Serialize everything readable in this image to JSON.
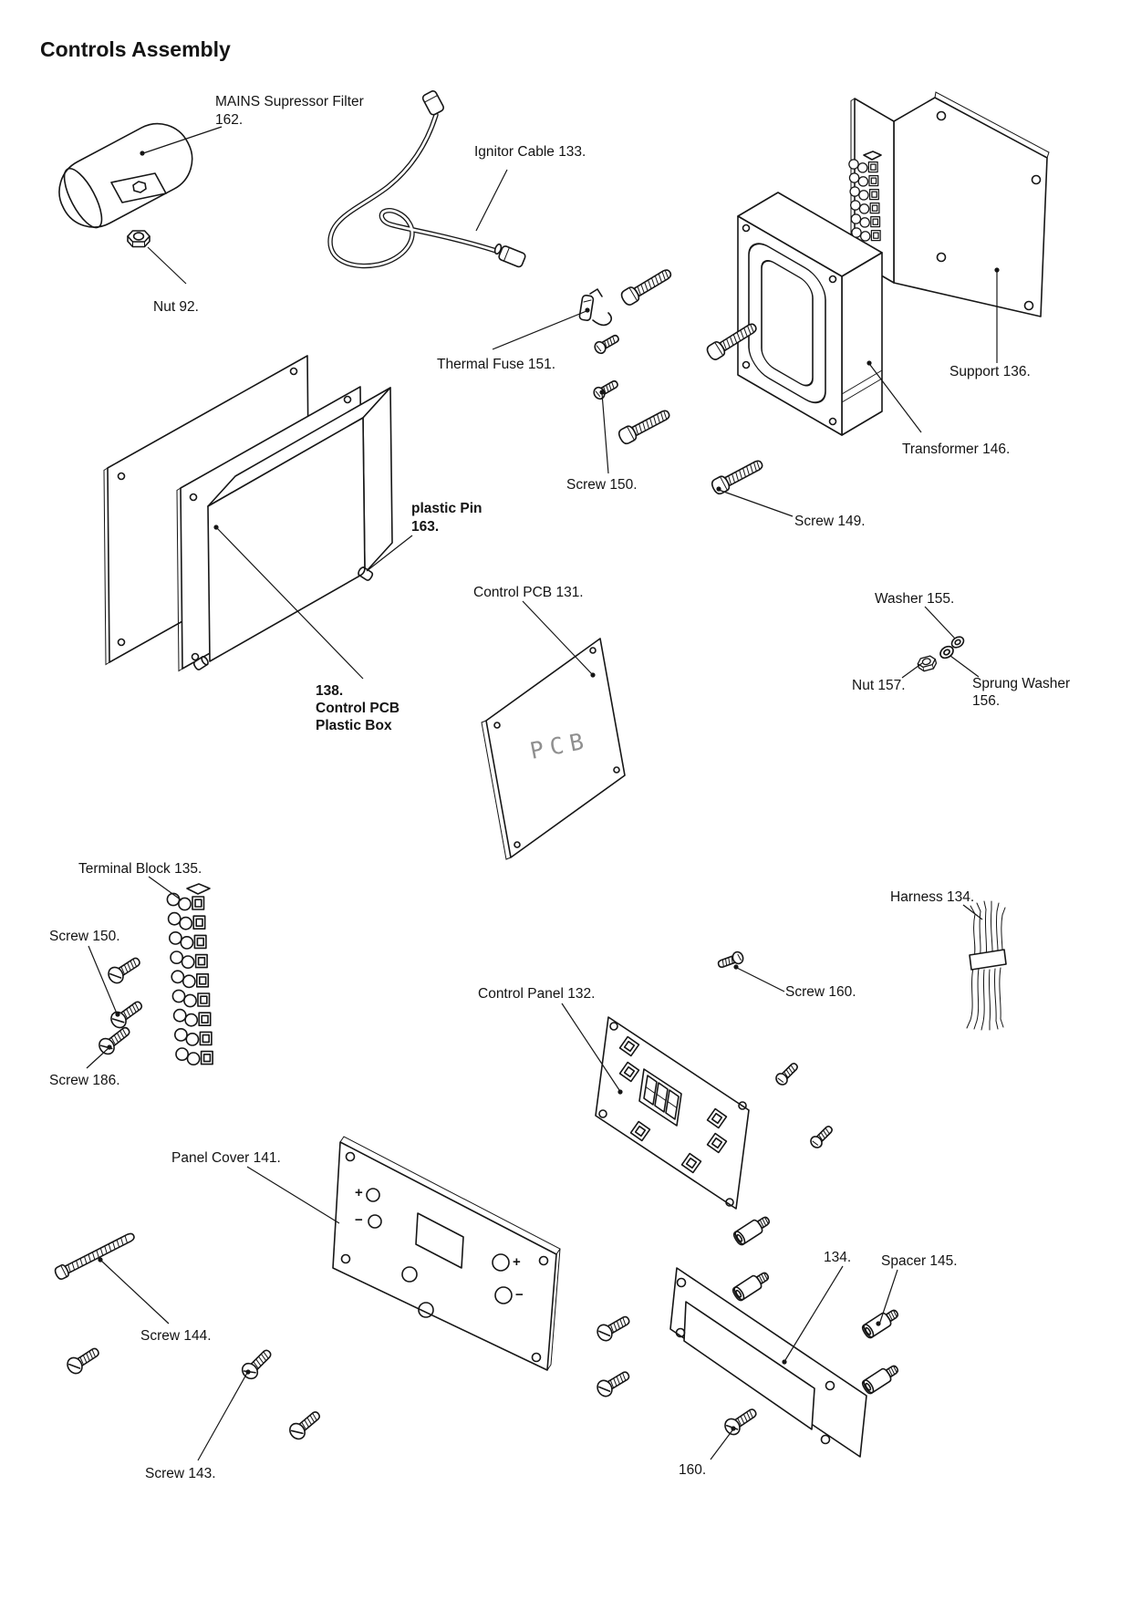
{
  "title": "Controls Assembly",
  "colors": {
    "ink": "#161616",
    "background": "#ffffff",
    "pcb_text": "#8f8f8f"
  },
  "labels": {
    "mains": {
      "l1": "MAINS Supressor Filter",
      "l2": "162."
    },
    "nut92": "Nut 92.",
    "ignitor": "Ignitor Cable 133.",
    "thermal": "Thermal Fuse 151.",
    "screw150r": "Screw 150.",
    "screw149": "Screw 149.",
    "support": "Support 136.",
    "transformer": "Transformer 146.",
    "washer155": "Washer 155.",
    "nut157": "Nut 157.",
    "sprung": {
      "l1": "Sprung Washer",
      "l2": "156."
    },
    "pin163": {
      "l1": "plastic Pin",
      "l2": "163."
    },
    "box138": {
      "l1": "138.",
      "l2": "Control PCB",
      "l3": "Plastic Box"
    },
    "pcb131": "Control PCB 131.",
    "pcb_text": "PCB",
    "tblock135": "Terminal Block 135.",
    "screw150l": "Screw 150.",
    "screw186": "Screw 186.",
    "harness134": "Harness 134.",
    "panel132": "Control Panel 132.",
    "screw160": "Screw 160.",
    "cover141": "Panel Cover 141.",
    "screw144": "Screw 144.",
    "screw143": "Screw 143.",
    "n134": "134.",
    "spacer145": "Spacer 145.",
    "n160": "160.",
    "plus": "+",
    "minus": "−"
  }
}
